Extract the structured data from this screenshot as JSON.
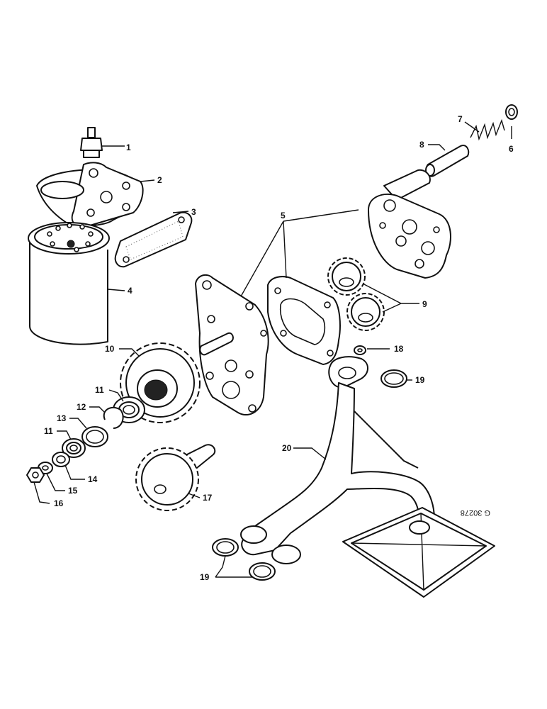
{
  "labels": {
    "p1": "1",
    "p2": "2",
    "p3": "3",
    "p4": "4",
    "p5": "5",
    "p6": "6",
    "p7": "7",
    "p8": "8",
    "p9": "9",
    "p10": "10",
    "p11a": "11",
    "p11b": "11",
    "p12": "12",
    "p13": "13",
    "p14": "14",
    "p15": "15",
    "p16": "16",
    "p17": "17",
    "p18": "18",
    "p19a": "19",
    "p19b": "19",
    "p20": "20"
  },
  "drawing_ref": "G 30278",
  "colors": {
    "line": "#111111",
    "background": "#ffffff"
  }
}
